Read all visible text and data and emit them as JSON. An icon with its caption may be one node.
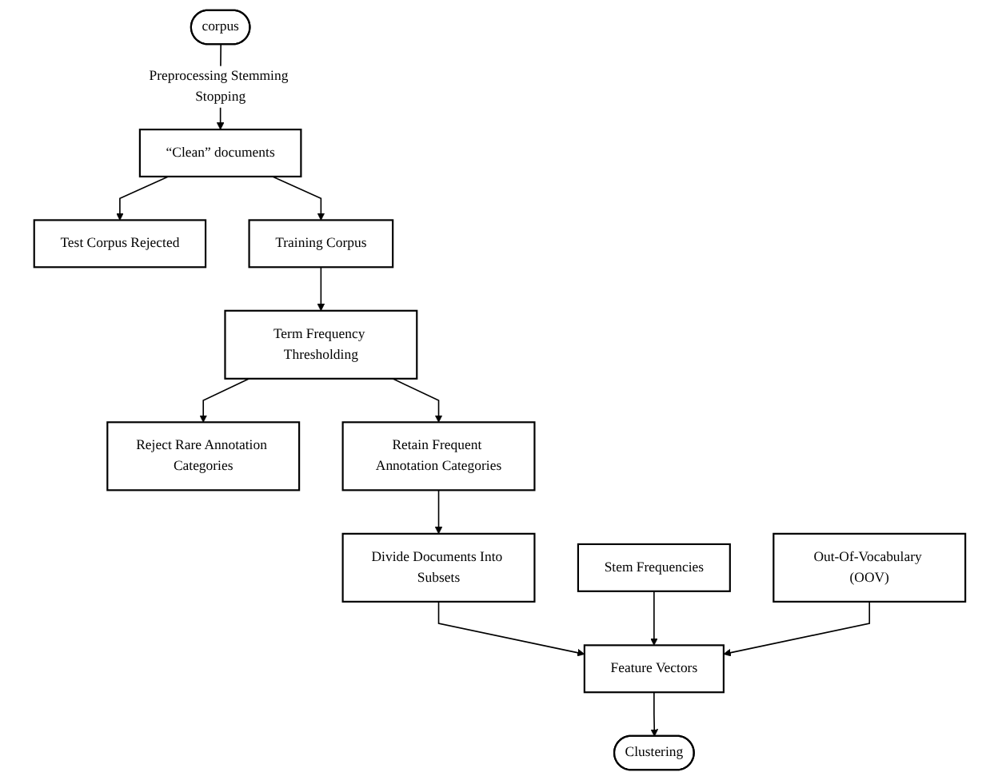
{
  "diagram": {
    "nodes": [
      {
        "text": [
          "corpus"
        ]
      },
      {
        "text": [
          "“Clean” documents"
        ]
      },
      {
        "text": [
          "Test Corpus Rejected"
        ]
      },
      {
        "text": [
          "Training Corpus"
        ]
      },
      {
        "text": [
          "Divide Documents Into Subsets"
        ]
      },
      {
        "text": [
          "Term Frequency Thresholding"
        ]
      },
      {
        "text": [
          "Stem Frequencies"
        ]
      },
      {
        "text": [
          "Reject Rare Annotation Categories"
        ]
      },
      {
        "text": [
          "Out-Of-Vocabulary (OOV)"
        ]
      },
      {
        "text": [
          "Retain Frequent Annotation Categories"
        ]
      },
      {
        "text": [
          "Feature Vectors"
        ]
      },
      {
        "text": [
          "Clustering"
        ]
      }
    ],
    "edges": [
      {
        "from": 0,
        "to": 1,
        "arrow": "to",
        "label": "Preprocessing Stemming Stopping"
      },
      {
        "from": 1,
        "to": 2,
        "arrow": "to"
      },
      {
        "from": 1,
        "to": 3,
        "arrow": "to"
      },
      {
        "from": 3,
        "to": 5,
        "arrow": "to"
      },
      {
        "from": 5,
        "to": 9,
        "arrow": "to"
      },
      {
        "from": 5,
        "to": 7,
        "arrow": "to"
      },
      {
        "from": 9,
        "to": 4,
        "arrow": "to"
      },
      {
        "from": 4,
        "to": 10,
        "arrow": "to"
      },
      {
        "from": 6,
        "to": 10,
        "arrow": "to"
      },
      {
        "from": 8,
        "to": 10,
        "arrow": "to"
      },
      {
        "from": 10,
        "to": 11,
        "arrow": "to"
      }
    ]
  }
}
